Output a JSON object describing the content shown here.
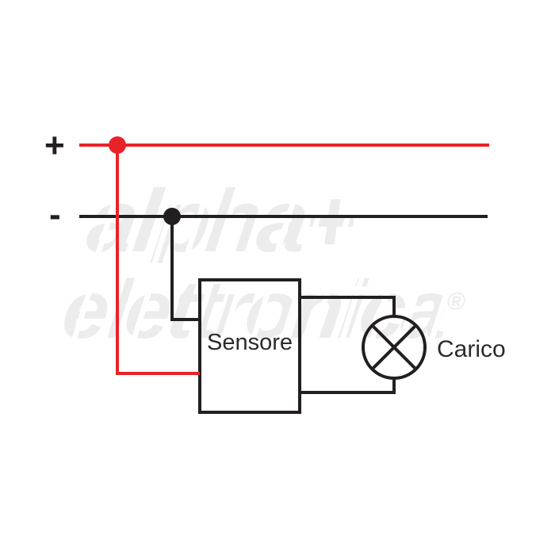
{
  "diagram_type": "sensor-load-wiring-diagram",
  "labels": {
    "positive": "+",
    "negative": "-",
    "sensor": "Sensore",
    "load": "Carico"
  },
  "watermark": {
    "line1": "alpha+",
    "line2": "elettronica",
    "registered": "®"
  },
  "colors": {
    "positive_wire": "#e82328",
    "negative_wire": "#231f20",
    "outline": "#231f20",
    "watermark_gray": "#ececec",
    "background": "#ffffff"
  }
}
